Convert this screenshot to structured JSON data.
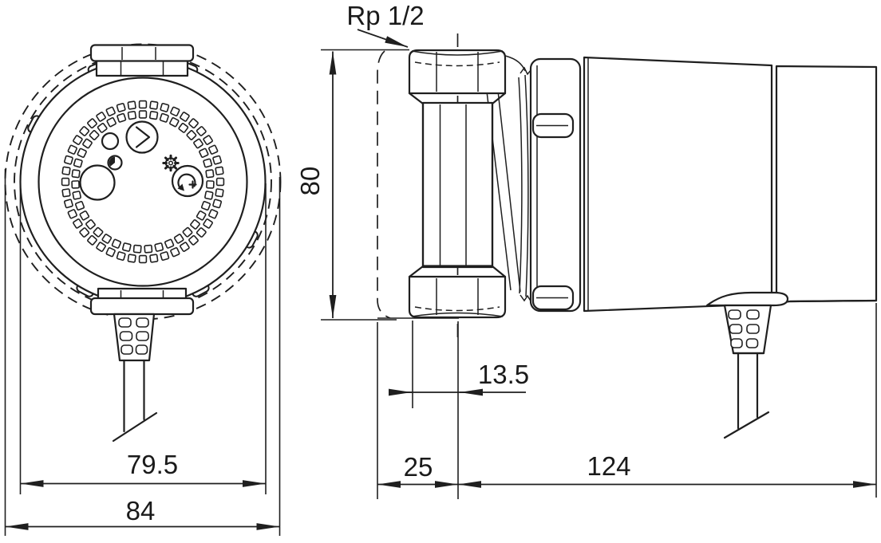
{
  "drawing": {
    "labels": {
      "port_thread": "Rp 1/2"
    },
    "dimensions": {
      "front_width_inner": "79.5",
      "front_width_outer": "84",
      "side_height": "80",
      "port_offset": "13.5",
      "housing_length": "25",
      "motor_length": "124"
    },
    "colors": {
      "line": "#1f1f1f",
      "background": "#ffffff"
    }
  }
}
